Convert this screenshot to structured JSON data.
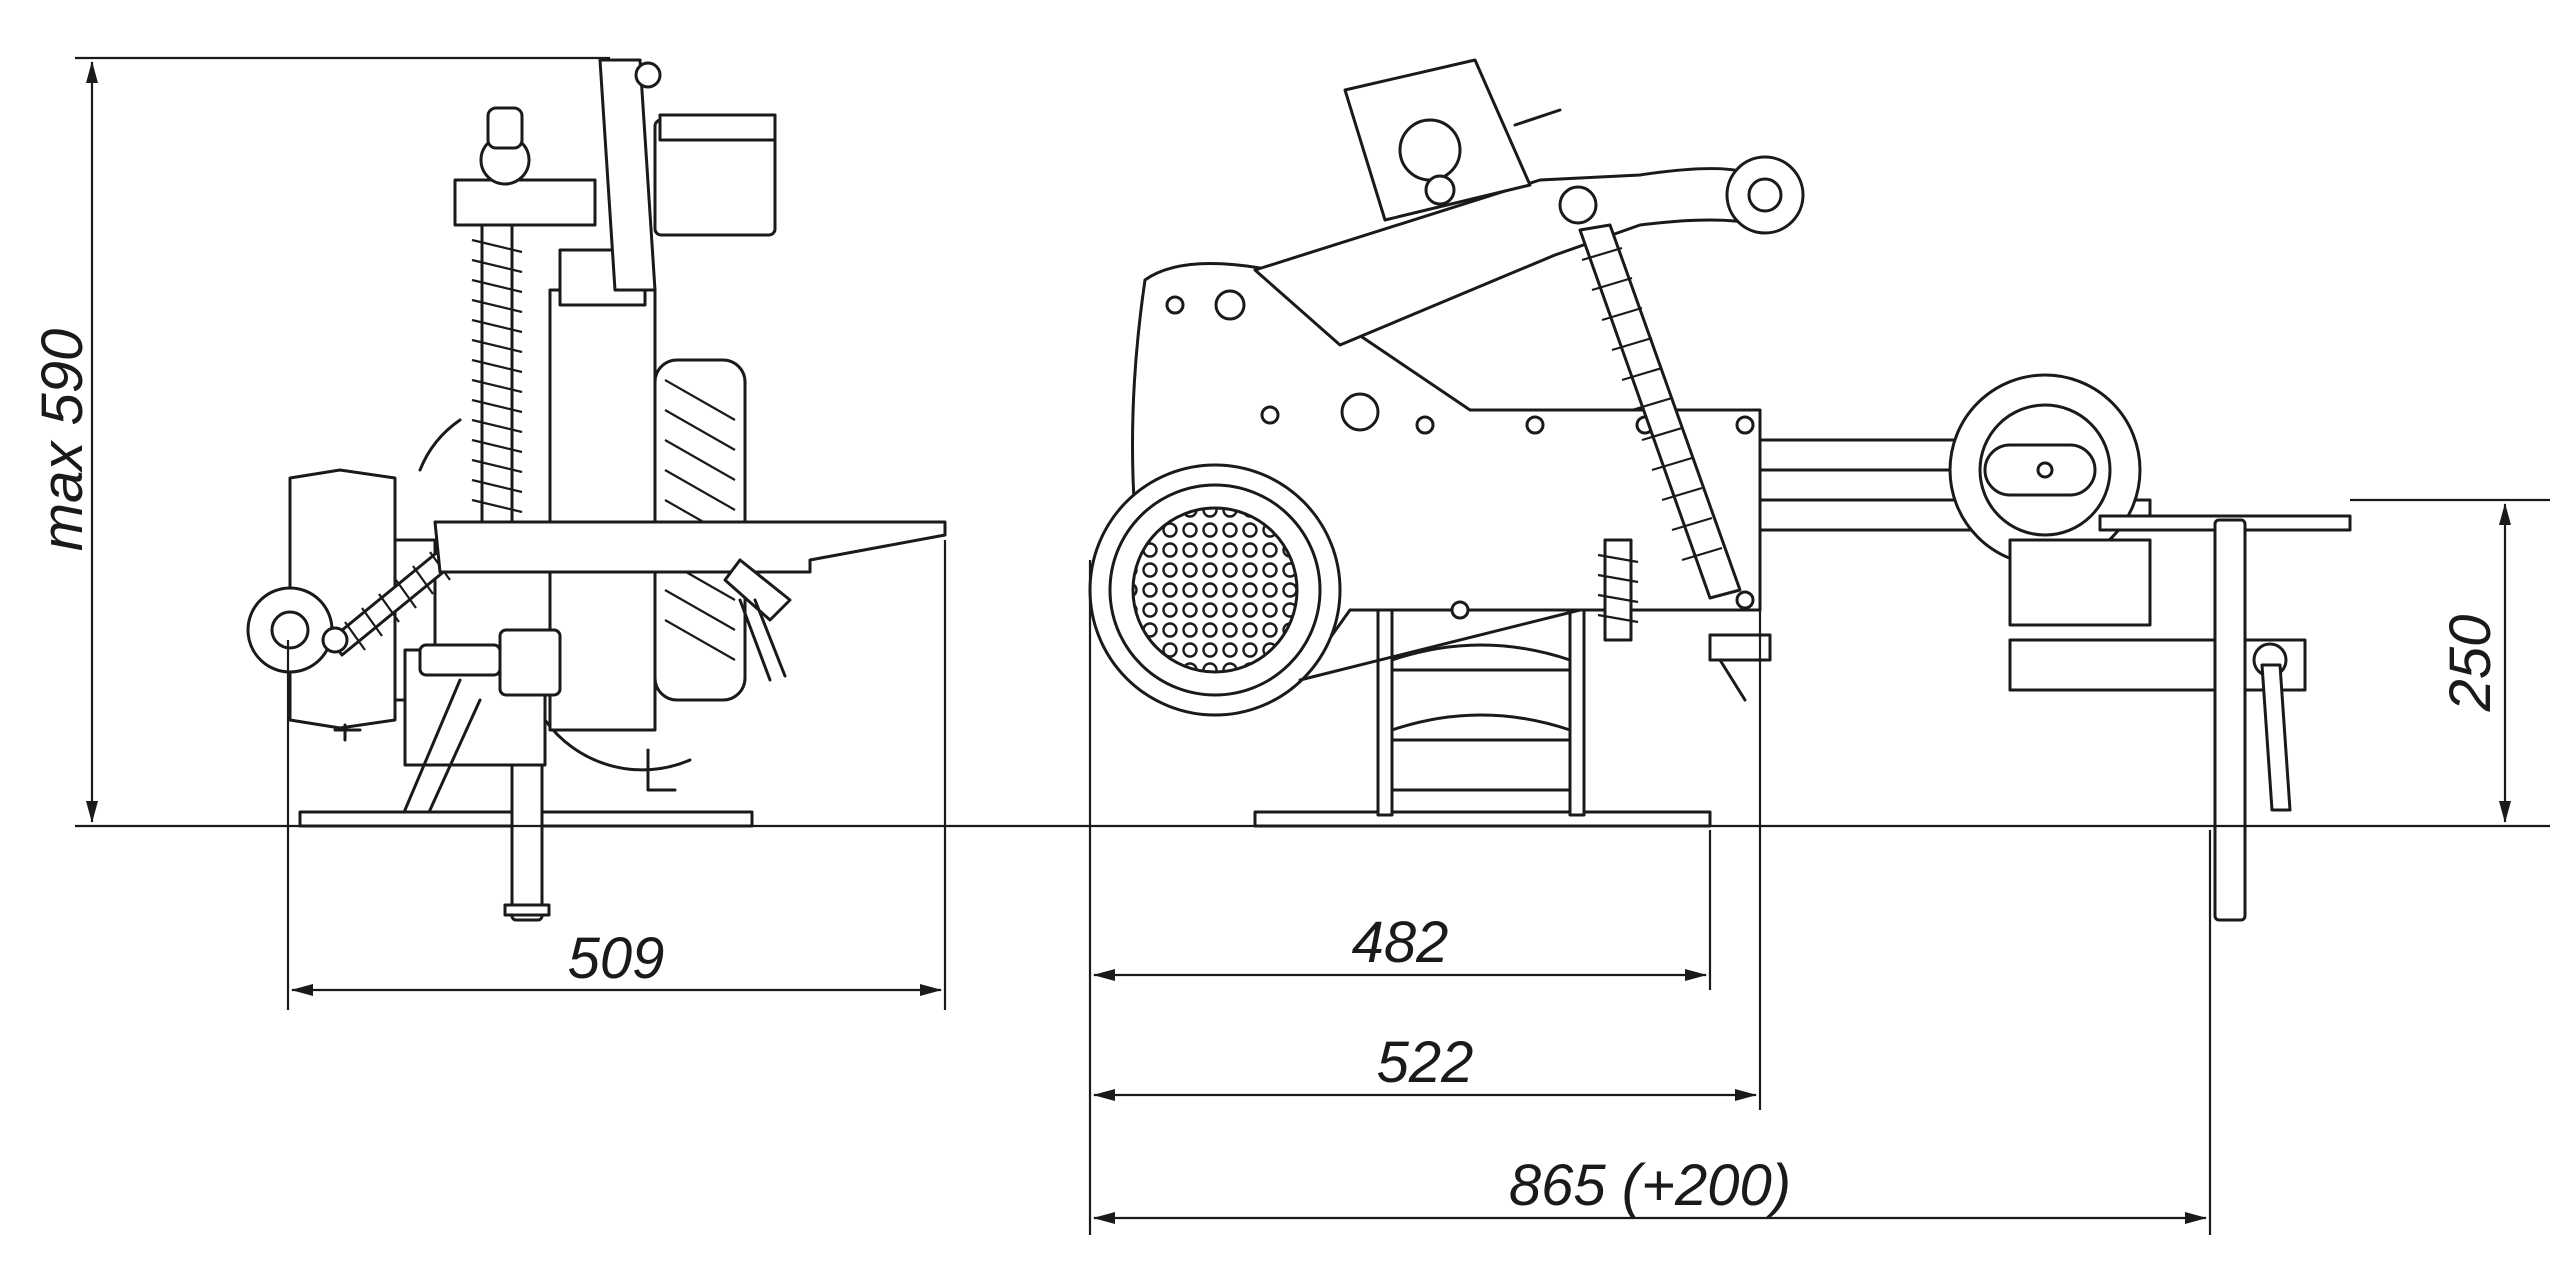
{
  "dimensions": {
    "height_max": "max 590",
    "side_width": "509",
    "base_length": "482",
    "body_length": "522",
    "total_length": "865 (+200)",
    "table_height": "250"
  },
  "colors": {
    "line": "#1a1a1a",
    "background": "#ffffff"
  }
}
